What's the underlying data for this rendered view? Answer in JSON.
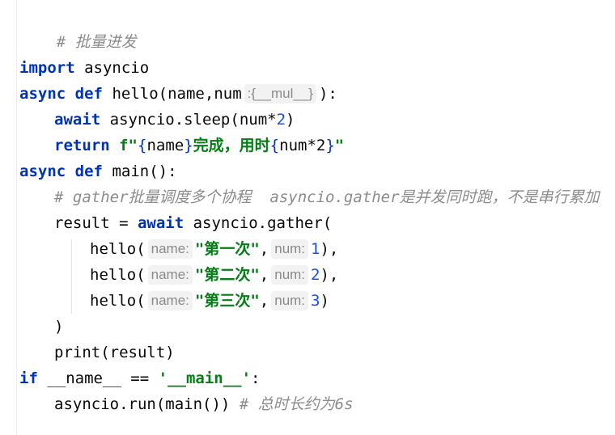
{
  "editor": {
    "comment_batch": "# 批量进发",
    "kw_import": "import",
    "mod_asyncio": "asyncio",
    "kw_async": "async",
    "kw_def": "def",
    "fn_hello": "hello",
    "paren_open": "(",
    "param_name": "name",
    "comma": ",",
    "param_num": "num",
    "type_hint": ":{__mul__}",
    "paren_close_colon": "):",
    "kw_await": "await",
    "sleep_call": "asyncio.sleep(",
    "sleep_arg": "num*",
    "sleep_num": "2",
    "close_paren": ")",
    "kw_return": "return",
    "fstr_prefix": "f\"",
    "fstr_brace_open1": "{",
    "fstr_expr1": "name",
    "fstr_brace_close1": "}",
    "fstr_text": "完成，用时",
    "fstr_brace_open2": "{",
    "fstr_expr2": "num*2",
    "fstr_brace_close2": "}",
    "fstr_end": "\"",
    "fn_main": "main",
    "main_parens": "():",
    "comment_gather": "# gather批量调度多个协程  asyncio.gather是并发同时跑，不是串行累加",
    "result_assign": "result = ",
    "gather_call": "asyncio.gather(",
    "call_hello": "hello(",
    "hint_name": "name:",
    "hint_num": "num:",
    "calls": [
      {
        "str": "\"第一次\"",
        "num": "1",
        "tail": "),"
      },
      {
        "str": "\"第二次\"",
        "num": "2",
        "tail": "),"
      },
      {
        "str": "\"第三次\"",
        "num": "3",
        "tail": ")"
      }
    ],
    "close_gather": ")",
    "print_call": "print(result)",
    "kw_if": "if",
    "dunder_name": "__name__ == ",
    "str_main": "'__main__'",
    "colon": ":",
    "run_call": "asyncio.run(main())",
    "comment_total": "# 总时长约为6s"
  }
}
